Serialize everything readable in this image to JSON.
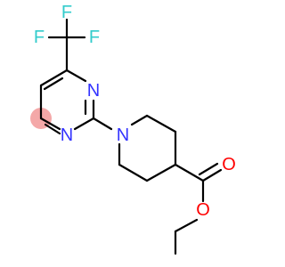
{
  "molecule": {
    "atoms": {
      "f_top": "F",
      "f_left": "F",
      "f_right": "F",
      "n_ring_upper": "N",
      "n_ring_lower": "N",
      "n_piperidine": "N",
      "o_carbonyl": "O",
      "o_ester": "O"
    },
    "colors": {
      "fluorine": "#33cccc",
      "nitrogen": "#3333ff",
      "oxygen": "#ff0000",
      "bond": "#000000",
      "highlight": "#f4a8a8"
    }
  }
}
